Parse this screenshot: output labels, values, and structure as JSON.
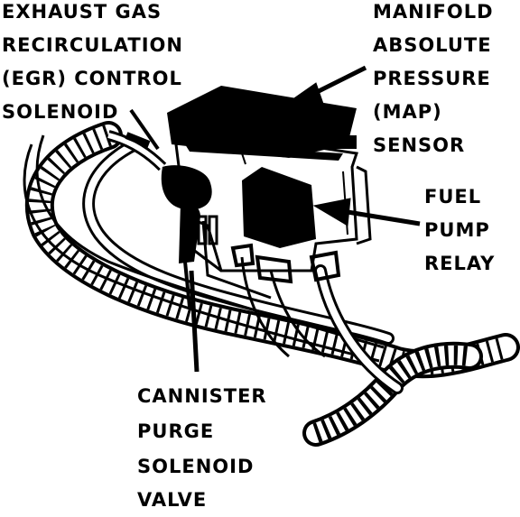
{
  "colors": {
    "ink": "#000000",
    "paper": "#ffffff"
  },
  "labels": {
    "egr": [
      "EXHAUST GAS",
      "RECIRCULATION",
      "(EGR) CONTROL",
      "SOLENOID"
    ],
    "map": [
      "MANIFOLD",
      "ABSOLUTE",
      "PRESSURE",
      "(MAP)",
      "SENSOR"
    ],
    "relay": [
      "FUEL",
      "PUMP",
      "RELAY"
    ],
    "purge": [
      "CANNISTER",
      "PURGE",
      "SOLENOID",
      "VALVE"
    ]
  }
}
